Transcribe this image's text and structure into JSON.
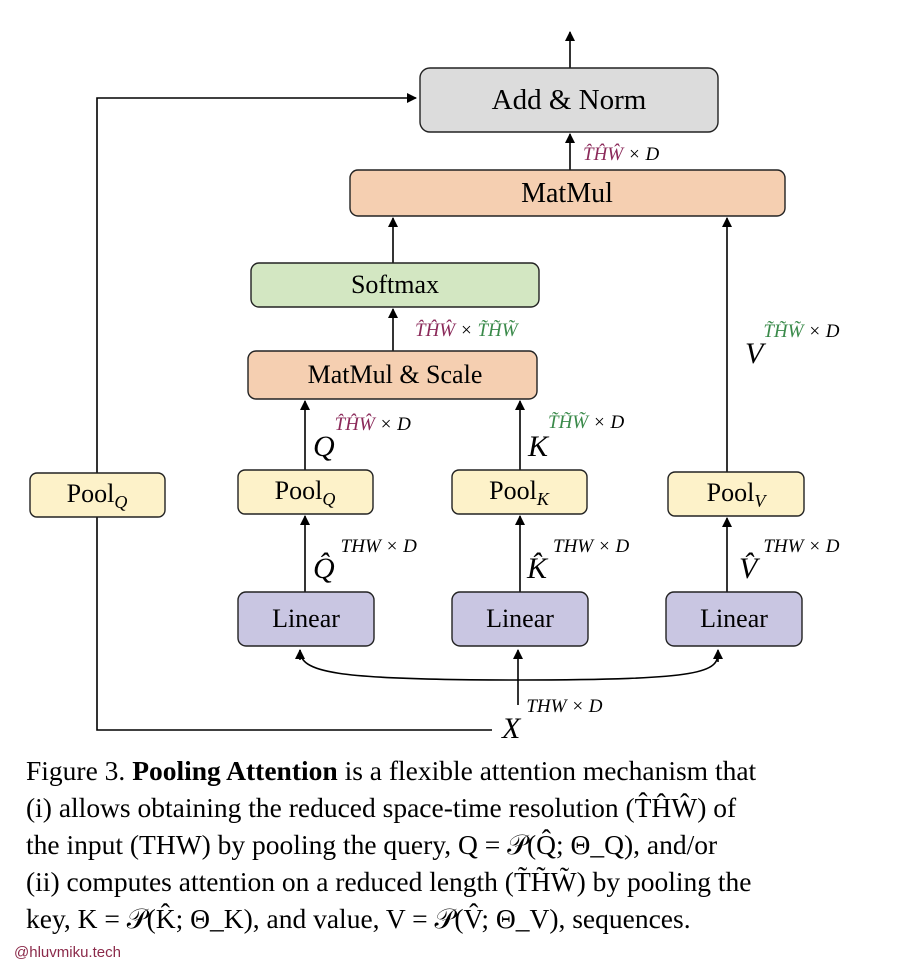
{
  "colors": {
    "add_norm": "#dcdcdc",
    "matmul": "#f5cfb1",
    "softmax": "#d3e7c2",
    "pool": "#fdf2c9",
    "linear": "#c9c6e2",
    "reduced_query": "#8b2a5a",
    "reduced_kv": "#3a8a4a"
  },
  "boxes": {
    "add_norm": "Add & Norm",
    "matmul": "MatMul",
    "softmax": "Softmax",
    "matmul_scale": "MatMul & Scale",
    "pool_q_skip": {
      "base": "Pool",
      "sub": "Q"
    },
    "pool_q": {
      "base": "Pool",
      "sub": "Q"
    },
    "pool_k": {
      "base": "Pool",
      "sub": "K"
    },
    "pool_v": {
      "base": "Pool",
      "sub": "V"
    },
    "linear_q": "Linear",
    "linear_k": "Linear",
    "linear_v": "Linear"
  },
  "labels": {
    "out_dim": {
      "colored": "T̂ĤŴ",
      "rest": " × D"
    },
    "attn_dim": {
      "colored1": "T̂ĤŴ",
      "mid": " × ",
      "colored2": "T̃H̃W̃"
    },
    "v": {
      "sym": "V",
      "colored": "T̃H̃W̃",
      "rest": " × D"
    },
    "q": {
      "sym": "Q",
      "colored": "T̂ĤŴ",
      "rest": " × D"
    },
    "k": {
      "sym": "K",
      "colored": "T̃H̃W̃",
      "rest": " × D"
    },
    "q_hat": {
      "sym": "Q̂",
      "sup": "THW × D"
    },
    "k_hat": {
      "sym": "K̂",
      "sup": "THW × D"
    },
    "v_hat": {
      "sym": "V̂",
      "sup": "THW × D"
    },
    "x": {
      "sym": "X",
      "sup": "THW × D"
    }
  },
  "caption": {
    "prefix": "Figure 3. ",
    "bold": "Pooling Attention",
    "line1_rest": " is a flexible attention mechanism that",
    "line2": "(i) allows obtaining the reduced space-time resolution (T̂ĤŴ) of",
    "line3": "the input (THW) by pooling the query, Q = 𝒫(Q̂; Θ_Q), and/or",
    "line4": "(ii) computes attention on a reduced length (T̃H̃W̃) by pooling the",
    "line5": "key, K = 𝒫(K̂; Θ_K), and value, V = 𝒫(V̂; Θ_V), sequences."
  },
  "watermark": "@hluvmiku.tech"
}
